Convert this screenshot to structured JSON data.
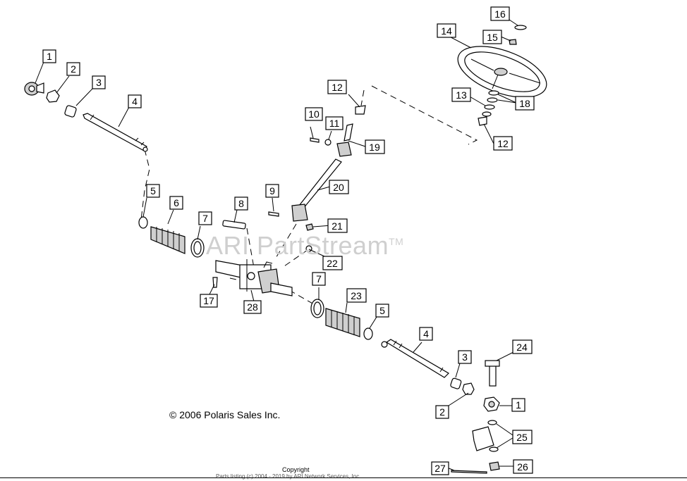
{
  "callouts": [
    {
      "label": "1"
    },
    {
      "label": "2"
    },
    {
      "label": "3"
    },
    {
      "label": "4"
    },
    {
      "label": "5"
    },
    {
      "label": "6"
    },
    {
      "label": "7"
    },
    {
      "label": "8"
    },
    {
      "label": "9"
    },
    {
      "label": "10"
    },
    {
      "label": "11"
    },
    {
      "label": "12"
    },
    {
      "label": "13"
    },
    {
      "label": "14"
    },
    {
      "label": "15"
    },
    {
      "label": "16"
    },
    {
      "label": "17"
    },
    {
      "label": "18"
    },
    {
      "label": "19"
    },
    {
      "label": "20"
    },
    {
      "label": "21"
    },
    {
      "label": "22"
    },
    {
      "label": "23"
    },
    {
      "label": "24"
    },
    {
      "label": "25"
    },
    {
      "label": "26"
    },
    {
      "label": "27"
    },
    {
      "label": "28"
    },
    {
      "label": "12"
    },
    {
      "label": "7"
    },
    {
      "label": "5"
    },
    {
      "label": "4"
    },
    {
      "label": "3"
    },
    {
      "label": "2"
    },
    {
      "label": "1"
    }
  ],
  "watermark": {
    "text": "ARI PartStream",
    "mark": "TM"
  },
  "copyright": "© 2006 Polaris Sales Inc.",
  "footer": {
    "line1": "Copyright",
    "line2": "Parts listing (c) 2004 - 2019 by ARI Network Services, Inc."
  }
}
